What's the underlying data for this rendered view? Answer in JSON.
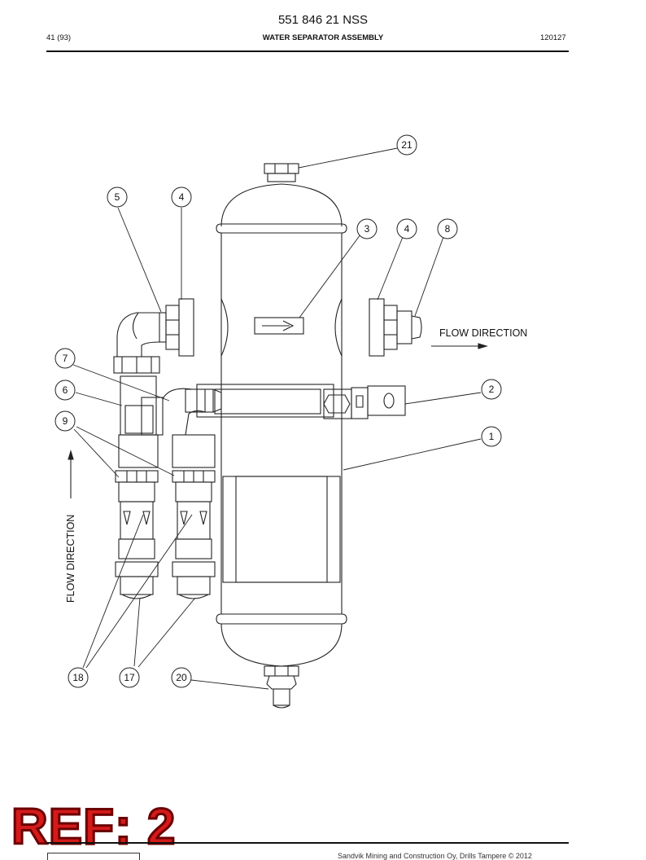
{
  "header": {
    "doc_number": "551 846 21 NSS",
    "page": "41 (93)",
    "title": "WATER SEPARATOR ASSEMBLY",
    "date": "120127"
  },
  "drawing": {
    "flow_label_right": "FLOW DIRECTION",
    "flow_label_left": "FLOW DIRECTION",
    "callouts": {
      "c21": "21",
      "c5": "5",
      "c4a": "4",
      "c3": "3",
      "c4b": "4",
      "c8": "8",
      "c7": "7",
      "c6": "6",
      "c2": "2",
      "c9": "9",
      "c1": "1",
      "c18": "18",
      "c17": "17",
      "c20": "20"
    }
  },
  "stamp": {
    "text": "REF: 2"
  },
  "footer": {
    "text": "Sandvik Mining and Construction Oy, Drills Tampere © 2012"
  }
}
